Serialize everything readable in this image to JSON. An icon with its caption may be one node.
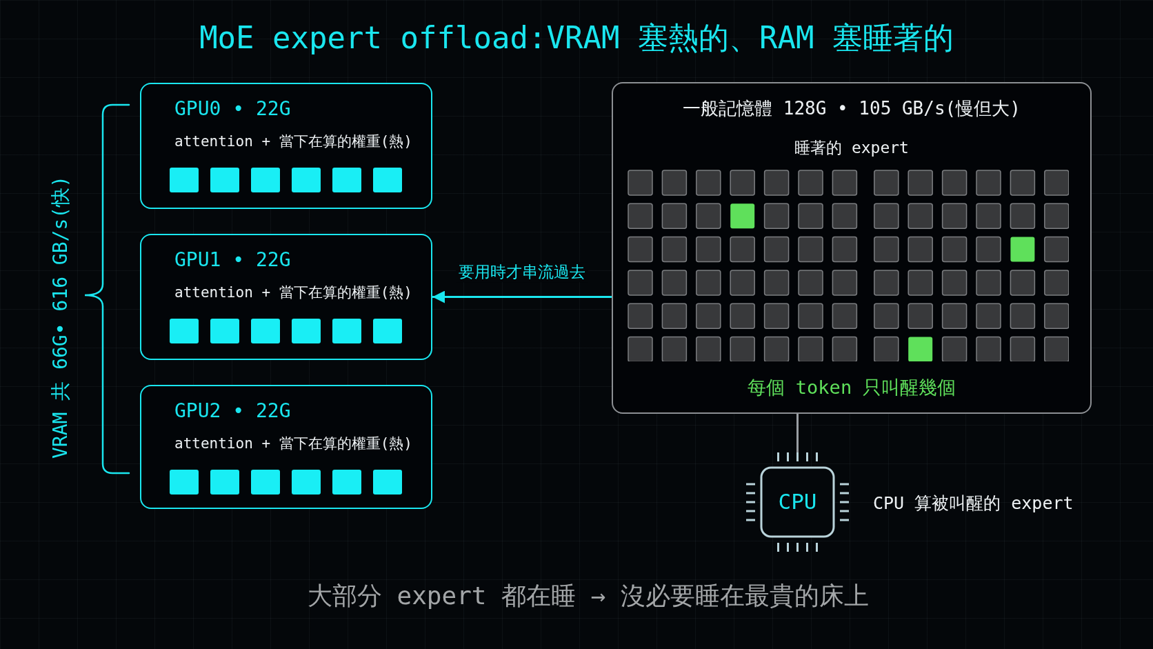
{
  "diagram": {
    "title": "MoE expert offload:VRAM 塞熱的、RAM 塞睡著的",
    "caption": "大部分 expert 都在睡 → 沒必要睡在最貴的床上",
    "nodes": [
      {
        "text": [
          "GPU0 • 22G",
          "attention + 當下在算的權重(熱)"
        ]
      },
      {
        "text": [
          "GPU1 • 22G",
          "attention + 當下在算的權重(熱)"
        ]
      },
      {
        "text": [
          "GPU2 • 22G",
          "attention + 當下在算的權重(熱)"
        ]
      },
      {
        "text": [
          "一般記憶體 128G • 105 GB/s(慢但大)",
          "睡著的 expert",
          "每個 token 只叫醒幾個"
        ]
      },
      {
        "text": [
          "CPU"
        ],
        "beside": [
          "CPU 算被叫醒的 expert"
        ]
      }
    ],
    "edges": [
      {
        "from": 3,
        "to": 1,
        "arrow": "to",
        "label": "要用時才串流過去",
        "color": "#1ae6ef"
      },
      {
        "from": 3,
        "to": 4,
        "arrow": "none",
        "color": "#9a9ea3"
      }
    ],
    "labels": [
      "VRAM 共 66G• 616 GB/s(快)"
    ]
  }
}
